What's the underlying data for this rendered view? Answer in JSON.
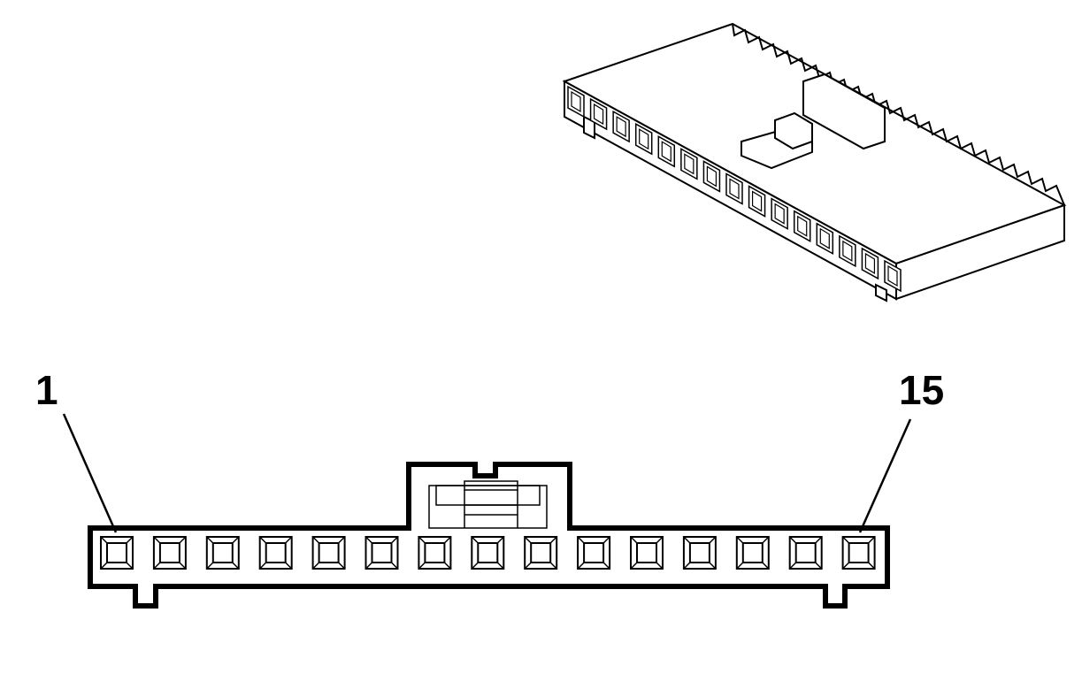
{
  "diagram": {
    "pin_count": 15,
    "labels": {
      "first_pin": "1",
      "last_pin": "15"
    },
    "colors": {
      "line": "#000000",
      "background": "#ffffff"
    }
  }
}
